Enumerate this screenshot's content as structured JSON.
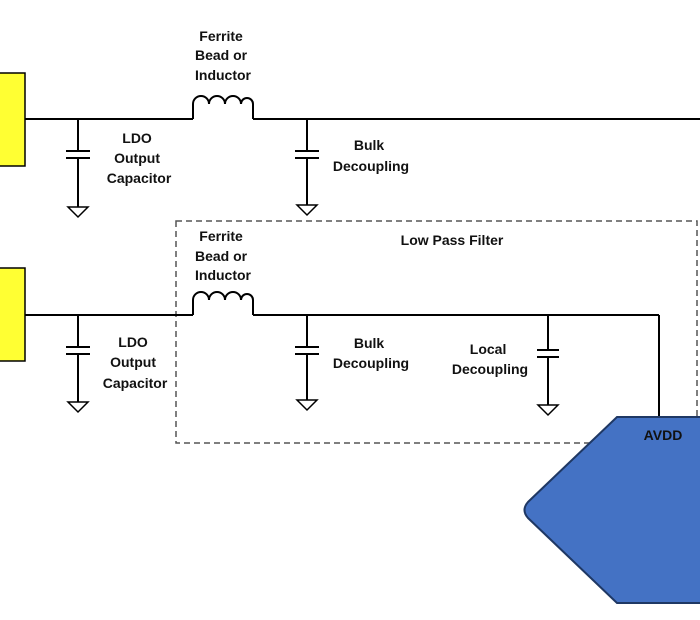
{
  "colors": {
    "ldo_block": "#ffff33",
    "chip_fill": "#4472c4",
    "chip_stroke": "#1f3864",
    "wire": "#000000",
    "filter_box": "#555555"
  },
  "top_circuit": {
    "inductor_label": [
      "Ferrite",
      "Bead or",
      "Inductor"
    ],
    "ldo_cap_label": [
      "LDO",
      "Output",
      "Capacitor"
    ],
    "bulk_label": [
      "Bulk",
      "Decoupling"
    ]
  },
  "bottom_circuit": {
    "filter_title": "Low Pass Filter",
    "inductor_label": [
      "Ferrite",
      "Bead or",
      "Inductor"
    ],
    "ldo_cap_label": [
      "LDO",
      "Output",
      "Capacitor"
    ],
    "bulk_label": [
      "Bulk",
      "Decoupling"
    ],
    "local_label": [
      "Local",
      "Decoupling"
    ]
  },
  "chip": {
    "pin_label": "AVDD"
  }
}
